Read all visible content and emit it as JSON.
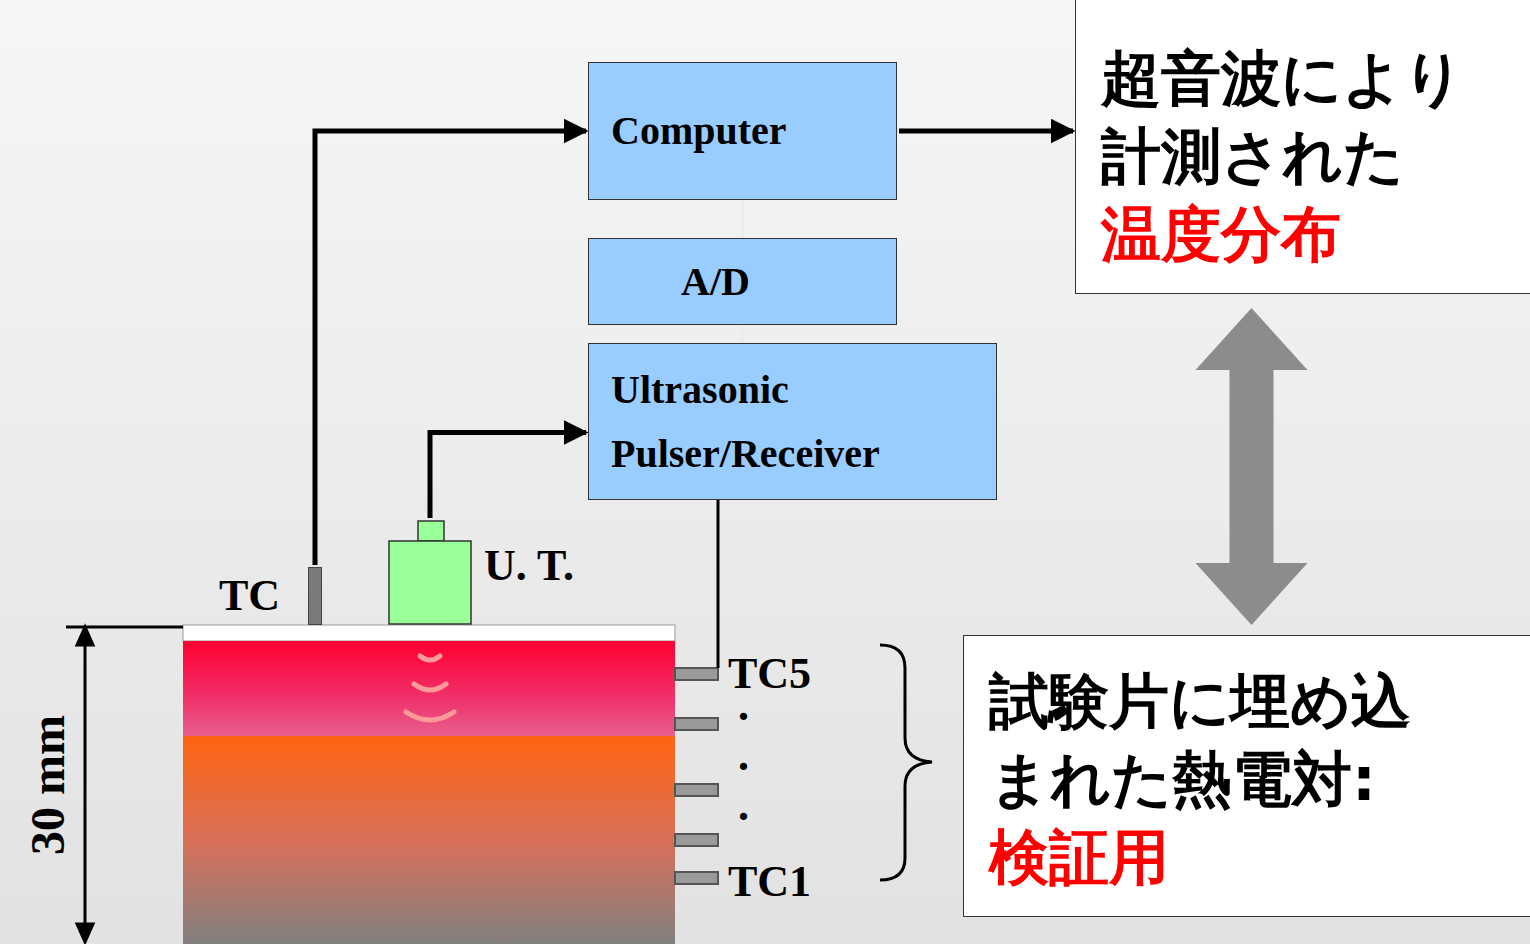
{
  "diagram": {
    "nodes": [
      {
        "text": [
          "Computer"
        ]
      },
      {
        "text": [
          "A/D"
        ]
      },
      {
        "text": [
          "Ultrasonic Pulser/Receiver"
        ]
      },
      {
        "text": [
          "超音波により計測された",
          "温度分布"
        ]
      },
      {
        "text": [
          "TC"
        ]
      },
      {
        "text": [
          "U. T."
        ]
      },
      {
        "text": [
          "試験片に埋め込まれた熱電対:",
          "検証用"
        ]
      }
    ],
    "edges": [
      {
        "from": 4,
        "to": 0,
        "arrow": "to"
      },
      {
        "from": 5,
        "to": 2,
        "arrow": "to"
      },
      {
        "from": 0,
        "to": 3,
        "arrow": "to"
      },
      {
        "from": 0,
        "to": 1,
        "arrow": "none"
      },
      {
        "from": 1,
        "to": 2,
        "arrow": "none"
      },
      {
        "from": 3,
        "to": 6,
        "arrow": "both"
      }
    ],
    "labels": [
      "30 mm",
      "TC5",
      ".",
      ".",
      ".",
      "TC1"
    ]
  }
}
